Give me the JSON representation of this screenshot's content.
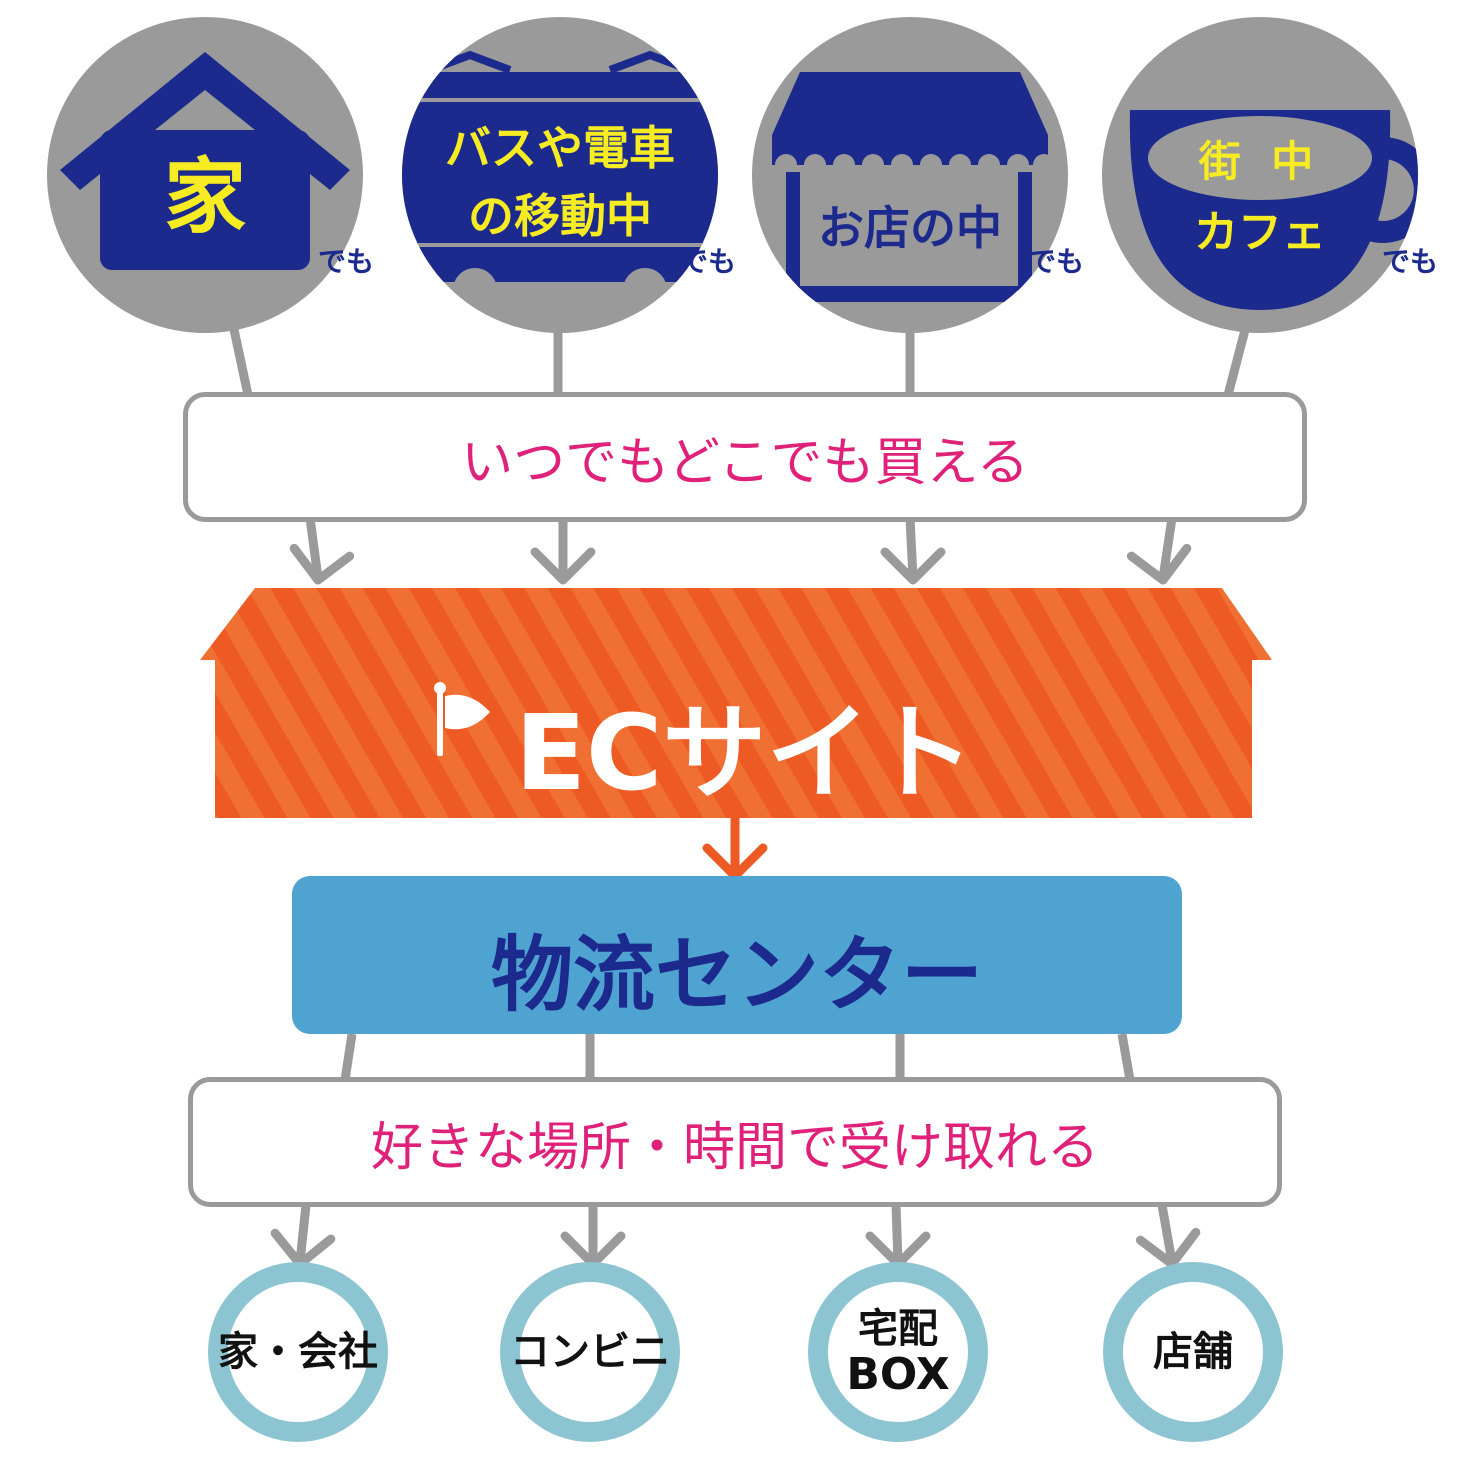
{
  "sources": [
    {
      "id": "home",
      "label": "家",
      "suffix": "でも"
    },
    {
      "id": "transit",
      "label_line1": "バスや電車",
      "label_line2": "の移動中",
      "suffix": "でも"
    },
    {
      "id": "store",
      "label": "お店の中",
      "suffix": "でも"
    },
    {
      "id": "cafe",
      "label_line1": "街 中",
      "label_line2": "カフェ",
      "suffix": "でも"
    }
  ],
  "banner_top": "いつでもどこでも買える",
  "ec_site": "ECサイト",
  "logistics": "物流センター",
  "banner_bottom": "好きな場所・時間で受け取れる",
  "destinations": [
    {
      "id": "home-office",
      "label": "家・会社"
    },
    {
      "id": "convenience",
      "label": "コンビニ"
    },
    {
      "id": "delivery-box",
      "label_line1": "宅配",
      "label_line2": "BOX"
    },
    {
      "id": "shop",
      "label": "店舗"
    }
  ],
  "colors": {
    "navy": "#1b2a8c",
    "gray": "#9a9a9a",
    "orange": "#ee5a24",
    "blue_box": "#4fa3d1",
    "pink_text": "#e0217a",
    "yellow_text": "#f7ec22",
    "ring": "#8cc4d1"
  }
}
